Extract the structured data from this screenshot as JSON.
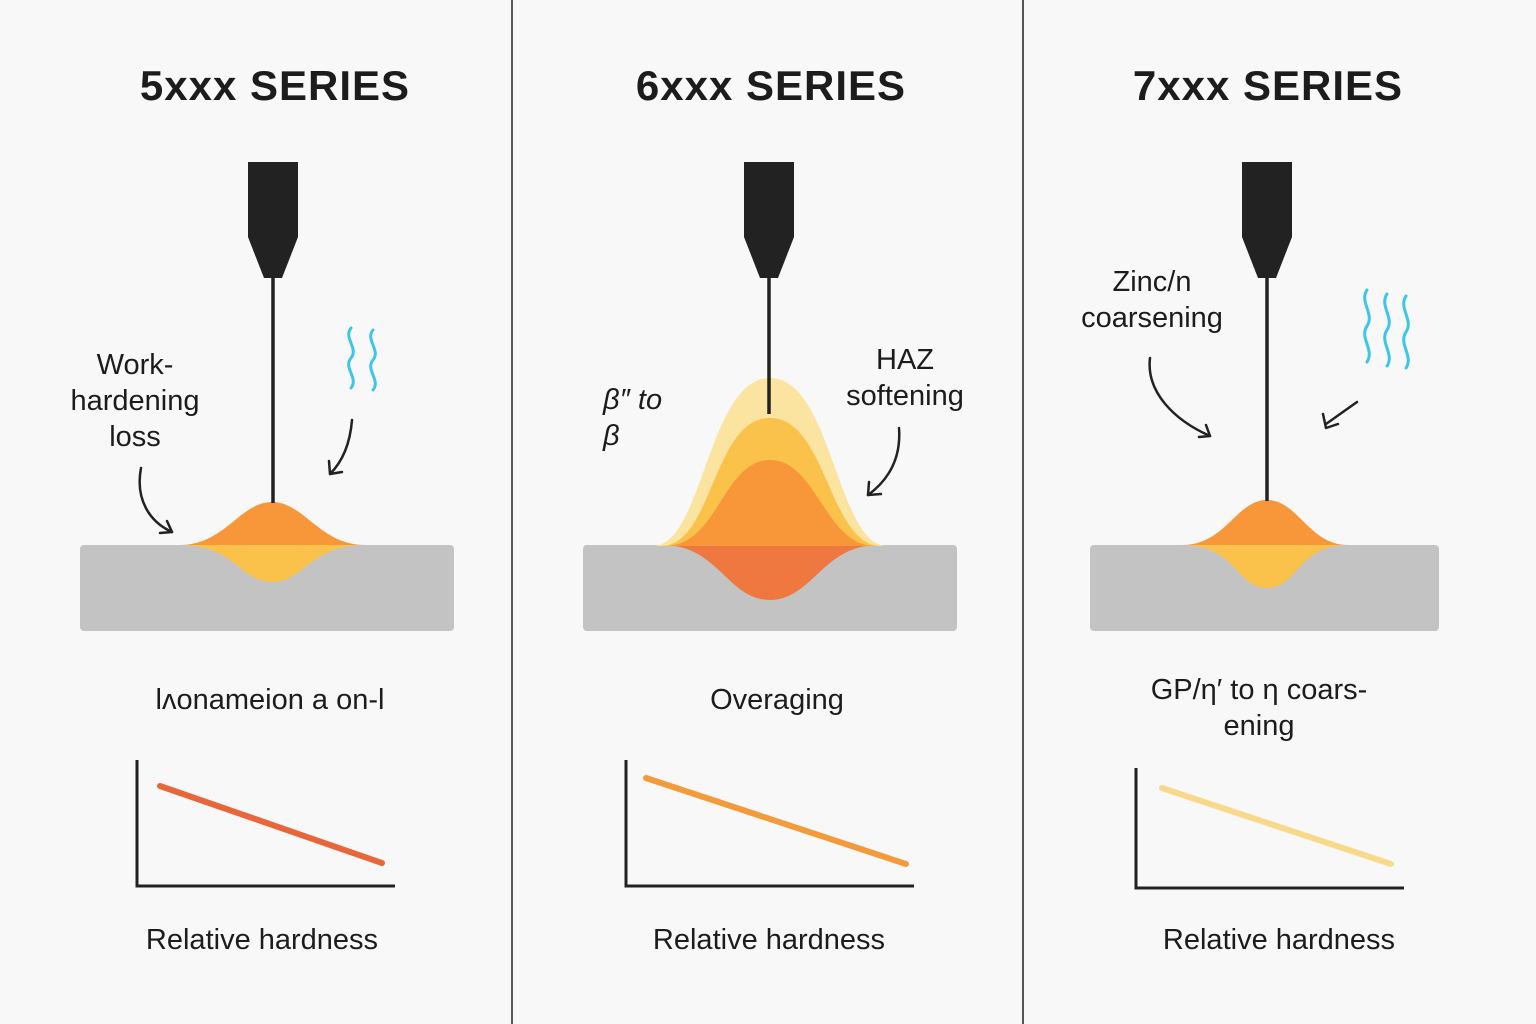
{
  "panels": [
    {
      "title": "5xxx SERIES",
      "labels": [
        "Work-",
        "hardening",
        "loss"
      ],
      "process": "lʌonameion a on-l",
      "axis_caption": "Relative hardness",
      "trend_color": "#e8673a"
    },
    {
      "title": "6xxx SERIES",
      "labels": [
        "β″ to",
        "β"
      ],
      "labels_right": [
        "HAZ",
        "softening"
      ],
      "process": "Overaging",
      "axis_caption": "Relative hardness",
      "trend_color": "#f39a3a"
    },
    {
      "title": "7xxx SERIES",
      "labels": [
        "Zinc/n",
        "coarsening"
      ],
      "process_lines": [
        "GP/η′ to η coars-",
        "ening"
      ],
      "axis_caption": "Relative hardness",
      "trend_color": "#f8d98a"
    }
  ],
  "colors": {
    "plate": "#c3c3c3",
    "torch": "#222222",
    "weld_outer": "#fac24a",
    "weld_inner": "#f8963a",
    "haz_light": "#fbe3a0",
    "haz_deep": "#ee7840",
    "heat_wave": "#3ec5ea",
    "divider": "#555555"
  },
  "icons": [
    "welding-torch-icon",
    "heat-wave-icon",
    "arrow-icon"
  ]
}
